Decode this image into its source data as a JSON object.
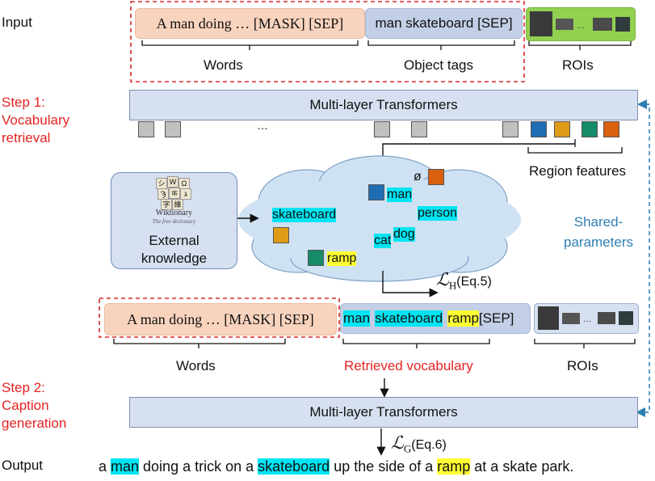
{
  "labels": {
    "input": "Input",
    "output": "Output",
    "step1": [
      "Step 1:",
      "Vocabulary",
      "retrieval"
    ],
    "step2": [
      "Step 2:",
      "Caption",
      "generation"
    ]
  },
  "top_row": {
    "words_text": "A man doing … [MASK] [SEP]",
    "tags_text": "man skateboard [SEP]",
    "words_label": "Words",
    "tags_label": "Object tags",
    "rois_label": "ROIs"
  },
  "transformer_label": "Multi-layer Transformers",
  "dots": "…",
  "region_features_label": "Region features",
  "external": {
    "logo_name": "Wiktionary",
    "logo_tagline": "The free dictionary",
    "label_line1": "External",
    "label_line2": "knowledge"
  },
  "cloud_words": {
    "empty": "ø",
    "man": "man",
    "person": "person",
    "skateboard": "skateboard",
    "cat": "cat",
    "dog": "dog",
    "ramp": "ramp"
  },
  "loss_h": {
    "symbol": "ℒ",
    "sub": "H",
    "ref": "(Eq.5)"
  },
  "loss_g": {
    "symbol": "ℒ",
    "sub": "G",
    "ref": "(Eq.6)"
  },
  "mid_row": {
    "words_text": "A man doing … [MASK] [SEP]",
    "vocab_man": "man",
    "vocab_skateboard": "skateboard",
    "vocab_ramp": "ramp",
    "vocab_sep": "[SEP]",
    "words_label": "Words",
    "vocab_label": "Retrieved vocabulary",
    "rois_label": "ROIs"
  },
  "shared_params": [
    "Shared-",
    "parameters"
  ],
  "output_sentence": {
    "p1": "a ",
    "w1": "man",
    "p2": " doing a trick on a ",
    "w2": "skateboard",
    "p3": " up the side of a ",
    "w3": "ramp",
    "p4": " at a skate park."
  },
  "colors": {
    "red_label": "#e52222",
    "cyan_highlight": "#00e5f2",
    "yellow_highlight": "#ffff33",
    "cloud": "#cfe2f3",
    "shared_line": "#2e7fb3"
  }
}
